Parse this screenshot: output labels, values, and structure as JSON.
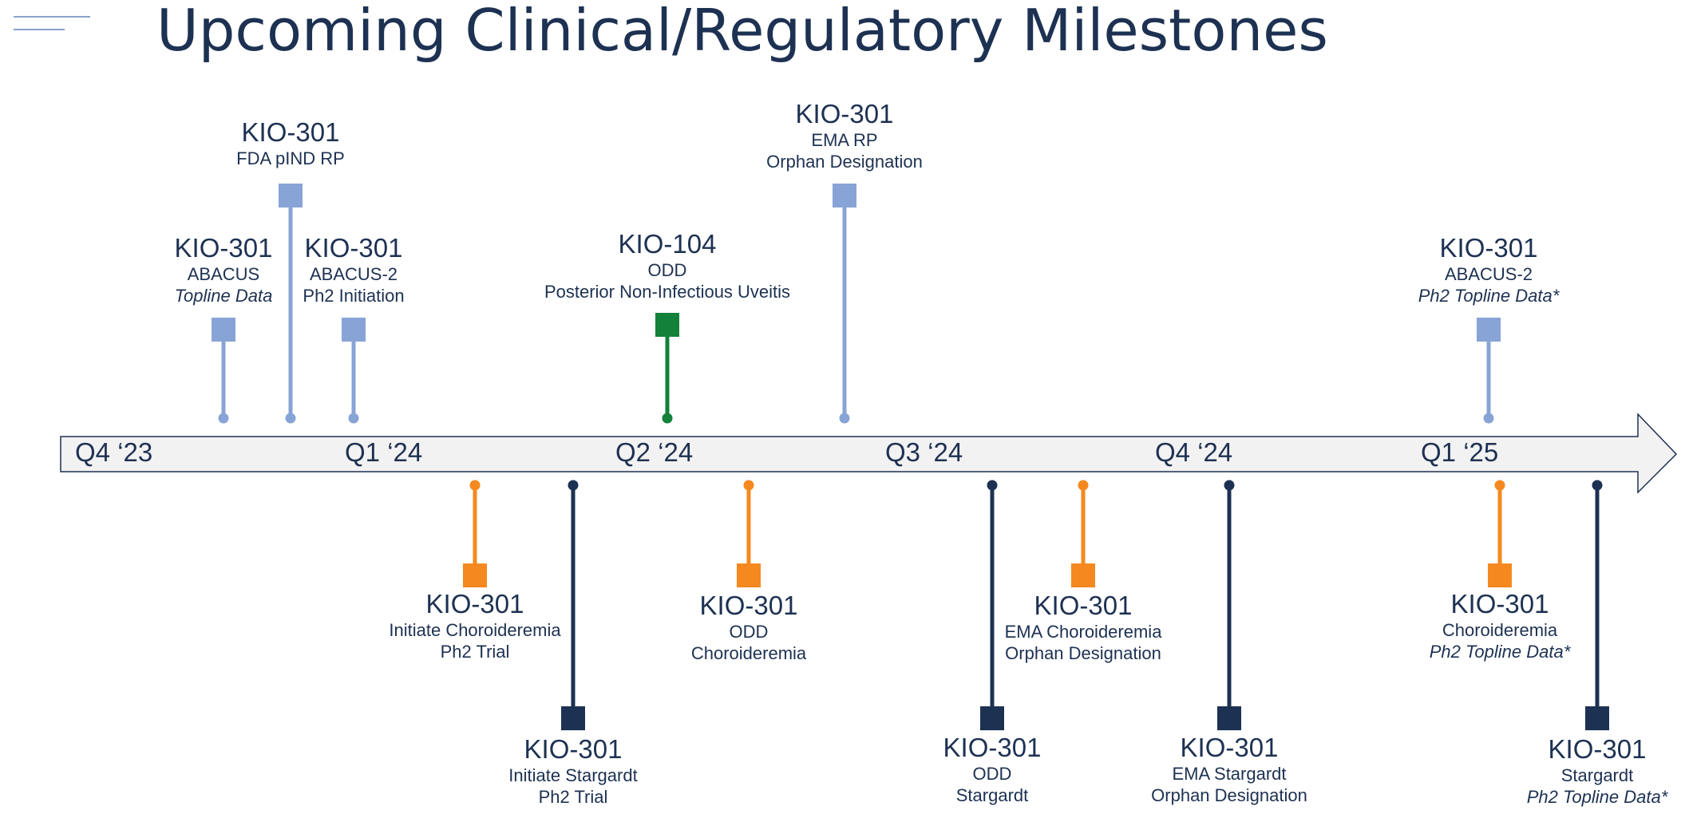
{
  "title": "Upcoming Clinical/Regulatory Milestones",
  "colors": {
    "light_blue": "#88a4d6",
    "orange": "#f5891f",
    "navy": "#1d3152",
    "green": "#13813a",
    "arrow_fill": "#f3f2f2",
    "arrow_stroke": "#1d3152"
  },
  "quarters": [
    "Q4 ‘23",
    "Q1 ‘24",
    "Q2 ‘24",
    "Q3 ‘24",
    "Q4 ‘24",
    "Q1 ‘25"
  ],
  "milestones_above": [
    {
      "heading": "KIO-301",
      "lines": [
        {
          "text": "ABACUS",
          "italic": false
        },
        {
          "text": "Topline Data",
          "italic": true
        }
      ],
      "color": "light_blue"
    },
    {
      "heading": "KIO-301",
      "lines": [
        {
          "text": "FDA pIND RP",
          "italic": false
        }
      ],
      "color": "light_blue"
    },
    {
      "heading": "KIO-301",
      "lines": [
        {
          "text": "ABACUS-2",
          "italic": false
        },
        {
          "text": "Ph2 Initiation",
          "italic": false
        }
      ],
      "color": "light_blue"
    },
    {
      "heading": "KIO-104",
      "lines": [
        {
          "text": "ODD",
          "italic": false
        },
        {
          "text": "Posterior Non-Infectious Uveitis",
          "italic": false
        }
      ],
      "color": "green"
    },
    {
      "heading": "KIO-301",
      "lines": [
        {
          "text": "EMA RP",
          "italic": false
        },
        {
          "text": "Orphan Designation",
          "italic": false
        }
      ],
      "color": "light_blue"
    },
    {
      "heading": "KIO-301",
      "lines": [
        {
          "text": "ABACUS-2",
          "italic": false
        },
        {
          "text": "Ph2 Topline Data*",
          "italic": true
        }
      ],
      "color": "light_blue"
    }
  ],
  "milestones_below": [
    {
      "heading": "KIO-301",
      "lines": [
        {
          "text": "Initiate Choroideremia",
          "italic": false
        },
        {
          "text": "Ph2 Trial",
          "italic": false
        }
      ],
      "color": "orange"
    },
    {
      "heading": "KIO-301",
      "lines": [
        {
          "text": "Initiate Stargardt",
          "italic": false
        },
        {
          "text": "Ph2 Trial",
          "italic": false
        }
      ],
      "color": "navy"
    },
    {
      "heading": "KIO-301",
      "lines": [
        {
          "text": "ODD",
          "italic": false
        },
        {
          "text": "Choroideremia",
          "italic": false
        }
      ],
      "color": "orange"
    },
    {
      "heading": "KIO-301",
      "lines": [
        {
          "text": "ODD",
          "italic": false
        },
        {
          "text": "Stargardt",
          "italic": false
        }
      ],
      "color": "navy"
    },
    {
      "heading": "KIO-301",
      "lines": [
        {
          "text": "EMA Choroideremia",
          "italic": false
        },
        {
          "text": "Orphan Designation",
          "italic": false
        }
      ],
      "color": "orange"
    },
    {
      "heading": "KIO-301",
      "lines": [
        {
          "text": "EMA Stargardt",
          "italic": false
        },
        {
          "text": "Orphan Designation",
          "italic": false
        }
      ],
      "color": "navy"
    },
    {
      "heading": "KIO-301",
      "lines": [
        {
          "text": "Choroideremia",
          "italic": false
        },
        {
          "text": "Ph2 Topline Data*",
          "italic": true
        }
      ],
      "color": "orange"
    },
    {
      "heading": "KIO-301",
      "lines": [
        {
          "text": "Stargardt",
          "italic": false
        },
        {
          "text": "Ph2 Topline Data*",
          "italic": true
        }
      ],
      "color": "navy"
    }
  ]
}
